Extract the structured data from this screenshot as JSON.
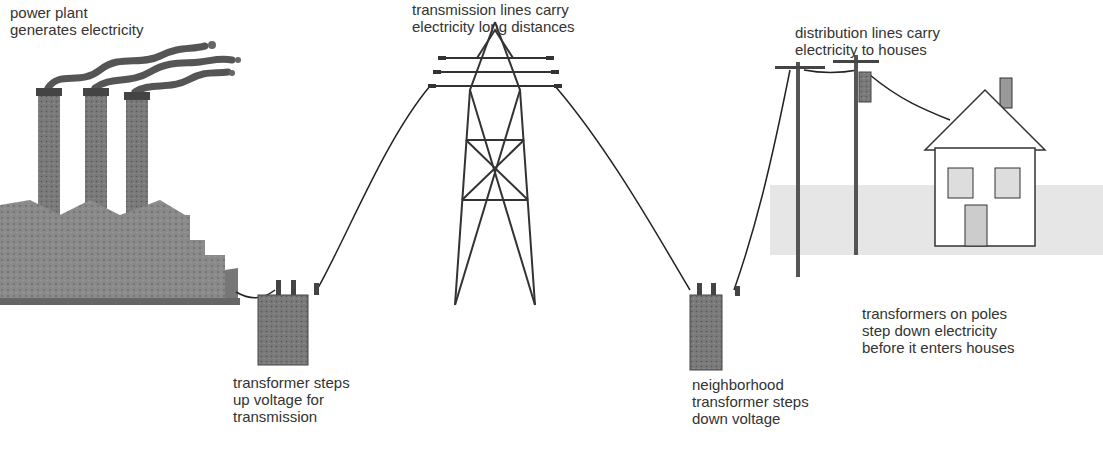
{
  "diagram": {
    "labels": [
      "power plant generates electricity",
      "transmission lines carry electricity long distances",
      "distribution lines carry electricity to houses",
      "transformer steps up voltage for transmission",
      "neighborhood transformer steps down voltage",
      "transformers on poles step down electricity before it enters houses"
    ]
  }
}
